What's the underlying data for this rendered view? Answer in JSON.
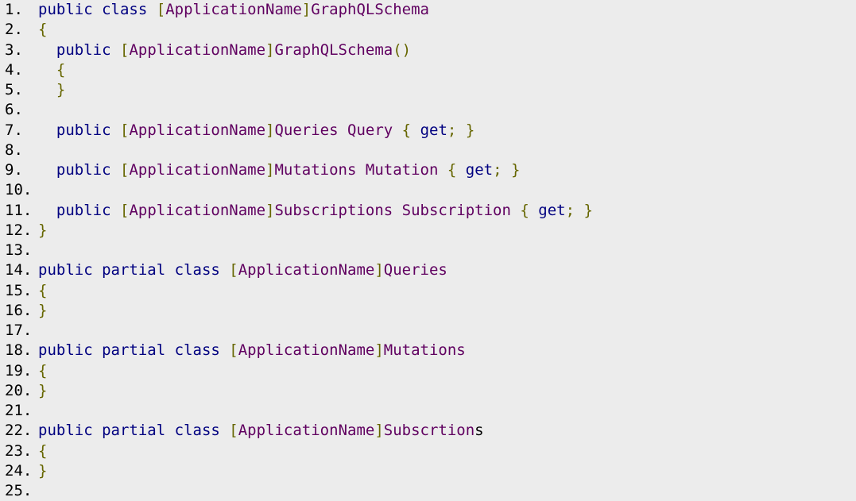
{
  "colors": {
    "background": "#ececec",
    "keyword": "#000080",
    "type": "#600060",
    "punctuation": "#666600",
    "plain": "#000000"
  },
  "code": {
    "lines": [
      {
        "number": "1.",
        "indent": "",
        "tokens": [
          [
            "kw",
            "public"
          ],
          [
            "pl",
            " "
          ],
          [
            "kw",
            "class"
          ],
          [
            "pl",
            " "
          ],
          [
            "pu",
            "["
          ],
          [
            "ty",
            "ApplicationName"
          ],
          [
            "pu",
            "]"
          ],
          [
            "ty",
            "GraphQLSchema"
          ]
        ]
      },
      {
        "number": "2.",
        "indent": "",
        "tokens": [
          [
            "pu",
            "{"
          ]
        ]
      },
      {
        "number": "3.",
        "indent": "  ",
        "tokens": [
          [
            "kw",
            "public"
          ],
          [
            "pl",
            " "
          ],
          [
            "pu",
            "["
          ],
          [
            "ty",
            "ApplicationName"
          ],
          [
            "pu",
            "]"
          ],
          [
            "ty",
            "GraphQLSchema"
          ],
          [
            "pu",
            "()"
          ]
        ]
      },
      {
        "number": "4.",
        "indent": "  ",
        "tokens": [
          [
            "pu",
            "{"
          ]
        ]
      },
      {
        "number": "5.",
        "indent": "  ",
        "tokens": [
          [
            "pu",
            "}"
          ]
        ]
      },
      {
        "number": "6.",
        "indent": "",
        "tokens": []
      },
      {
        "number": "7.",
        "indent": "  ",
        "tokens": [
          [
            "kw",
            "public"
          ],
          [
            "pl",
            " "
          ],
          [
            "pu",
            "["
          ],
          [
            "ty",
            "ApplicationName"
          ],
          [
            "pu",
            "]"
          ],
          [
            "ty",
            "Queries"
          ],
          [
            "pl",
            " "
          ],
          [
            "ty",
            "Query"
          ],
          [
            "pl",
            " "
          ],
          [
            "pu",
            "{"
          ],
          [
            "pl",
            " "
          ],
          [
            "kw",
            "get"
          ],
          [
            "pu",
            ";"
          ],
          [
            "pl",
            " "
          ],
          [
            "pu",
            "}"
          ]
        ]
      },
      {
        "number": "8.",
        "indent": "",
        "tokens": []
      },
      {
        "number": "9.",
        "indent": "  ",
        "tokens": [
          [
            "kw",
            "public"
          ],
          [
            "pl",
            " "
          ],
          [
            "pu",
            "["
          ],
          [
            "ty",
            "ApplicationName"
          ],
          [
            "pu",
            "]"
          ],
          [
            "ty",
            "Mutations"
          ],
          [
            "pl",
            " "
          ],
          [
            "ty",
            "Mutation"
          ],
          [
            "pl",
            " "
          ],
          [
            "pu",
            "{"
          ],
          [
            "pl",
            " "
          ],
          [
            "kw",
            "get"
          ],
          [
            "pu",
            ";"
          ],
          [
            "pl",
            " "
          ],
          [
            "pu",
            "}"
          ]
        ]
      },
      {
        "number": "10.",
        "indent": "",
        "tokens": []
      },
      {
        "number": "11.",
        "indent": "  ",
        "tokens": [
          [
            "kw",
            "public"
          ],
          [
            "pl",
            " "
          ],
          [
            "pu",
            "["
          ],
          [
            "ty",
            "ApplicationName"
          ],
          [
            "pu",
            "]"
          ],
          [
            "ty",
            "Subscriptions"
          ],
          [
            "pl",
            " "
          ],
          [
            "ty",
            "Subscription"
          ],
          [
            "pl",
            " "
          ],
          [
            "pu",
            "{"
          ],
          [
            "pl",
            " "
          ],
          [
            "kw",
            "get"
          ],
          [
            "pu",
            ";"
          ],
          [
            "pl",
            " "
          ],
          [
            "pu",
            "}"
          ]
        ]
      },
      {
        "number": "12.",
        "indent": "",
        "tokens": [
          [
            "pu",
            "}"
          ]
        ]
      },
      {
        "number": "13.",
        "indent": "",
        "tokens": []
      },
      {
        "number": "14.",
        "indent": "",
        "tokens": [
          [
            "kw",
            "public"
          ],
          [
            "pl",
            " "
          ],
          [
            "kw",
            "partial"
          ],
          [
            "pl",
            " "
          ],
          [
            "kw",
            "class"
          ],
          [
            "pl",
            " "
          ],
          [
            "pu",
            "["
          ],
          [
            "ty",
            "ApplicationName"
          ],
          [
            "pu",
            "]"
          ],
          [
            "ty",
            "Queries"
          ]
        ]
      },
      {
        "number": "15.",
        "indent": "",
        "tokens": [
          [
            "pu",
            "{"
          ]
        ]
      },
      {
        "number": "16.",
        "indent": "",
        "tokens": [
          [
            "pu",
            "}"
          ]
        ]
      },
      {
        "number": "17.",
        "indent": "",
        "tokens": []
      },
      {
        "number": "18.",
        "indent": "",
        "tokens": [
          [
            "kw",
            "public"
          ],
          [
            "pl",
            " "
          ],
          [
            "kw",
            "partial"
          ],
          [
            "pl",
            " "
          ],
          [
            "kw",
            "class"
          ],
          [
            "pl",
            " "
          ],
          [
            "pu",
            "["
          ],
          [
            "ty",
            "ApplicationName"
          ],
          [
            "pu",
            "]"
          ],
          [
            "ty",
            "Mutations"
          ]
        ]
      },
      {
        "number": "19.",
        "indent": "",
        "tokens": [
          [
            "pu",
            "{"
          ]
        ]
      },
      {
        "number": "20.",
        "indent": "",
        "tokens": [
          [
            "pu",
            "}"
          ]
        ]
      },
      {
        "number": "21.",
        "indent": "",
        "tokens": []
      },
      {
        "number": "22.",
        "indent": "",
        "tokens": [
          [
            "kw",
            "public"
          ],
          [
            "pl",
            " "
          ],
          [
            "kw",
            "partial"
          ],
          [
            "pl",
            " "
          ],
          [
            "kw",
            "class"
          ],
          [
            "pl",
            " "
          ],
          [
            "pu",
            "["
          ],
          [
            "ty",
            "ApplicationName"
          ],
          [
            "pu",
            "]"
          ],
          [
            "ty",
            "Subscrtion"
          ],
          [
            "pl",
            "s"
          ]
        ]
      },
      {
        "number": "23.",
        "indent": "",
        "tokens": [
          [
            "pu",
            "{"
          ]
        ]
      },
      {
        "number": "24.",
        "indent": "",
        "tokens": [
          [
            "pu",
            "}"
          ]
        ]
      },
      {
        "number": "25.",
        "indent": "",
        "tokens": []
      }
    ]
  }
}
